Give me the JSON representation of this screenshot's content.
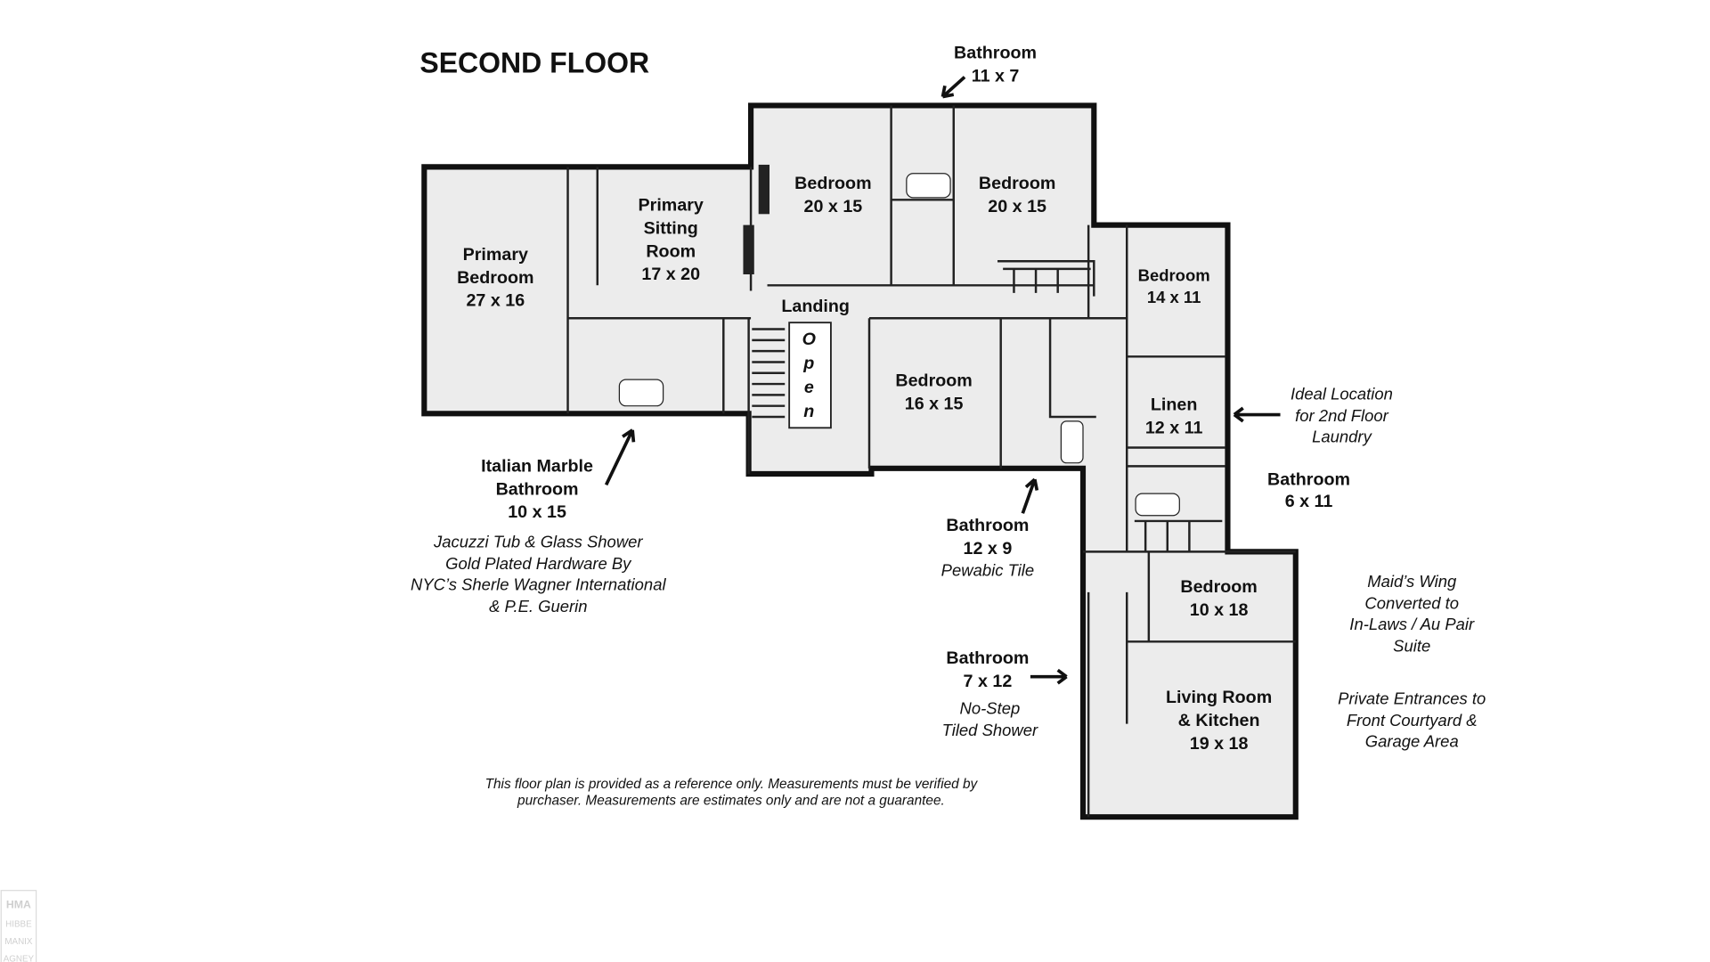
{
  "title": "SECOND FLOOR",
  "rooms": {
    "primary_bedroom": [
      "Primary",
      "Bedroom",
      "27 x 16"
    ],
    "sitting_room": [
      "Primary",
      "Sitting",
      "Room",
      "17 x 20"
    ],
    "bedroom_a": [
      "Bedroom",
      "20 x 15"
    ],
    "bedroom_b": [
      "Bedroom",
      "20 x 15"
    ],
    "bedroom_c": [
      "Bedroom",
      "14 x 11"
    ],
    "landing": "Landing",
    "open": [
      "O",
      "p",
      "e",
      "n"
    ],
    "bedroom_d": [
      "Bedroom",
      "16 x 15"
    ],
    "linen": [
      "Linen",
      "12 x 11"
    ],
    "bedroom_e": [
      "Bedroom",
      "10 x 18"
    ],
    "living": [
      "Living Room",
      "& Kitchen",
      "19 x 18"
    ]
  },
  "callouts": {
    "bath_top": [
      "Bathroom",
      "11 x 7"
    ],
    "marble": [
      "Italian Marble",
      "Bathroom",
      "10 x 15"
    ],
    "marble_notes": [
      "Jacuzzi Tub & Glass Shower",
      "Gold Plated Hardware By",
      "NYC’s Sherle Wagner International",
      "& P.E. Guerin"
    ],
    "bath_12x9": [
      "Bathroom",
      "12 x 9"
    ],
    "bath_12x9_note": "Pewabic Tile",
    "bath_6x11": [
      "Bathroom",
      "6 x 11"
    ],
    "laundry": [
      "Ideal Location",
      "for 2nd Floor",
      "Laundry"
    ],
    "bath_7x12": [
      "Bathroom",
      "7 x 12"
    ],
    "bath_7x12_note": [
      "No-Step",
      "Tiled Shower"
    ],
    "maids": [
      "Maid’s Wing",
      "Converted to",
      "In-Laws / Au Pair",
      "Suite"
    ],
    "entrances": [
      "Private Entrances to",
      "Front Courtyard &",
      "Garage Area"
    ]
  },
  "disclaimer": [
    "This floor plan is provided as a reference only.  Measurements must be verified by",
    "purchaser.  Measurements are estimates only and are not a guarantee."
  ],
  "watermark": [
    "HMA",
    "HIBBE",
    "MANIX",
    "AGNEY"
  ]
}
